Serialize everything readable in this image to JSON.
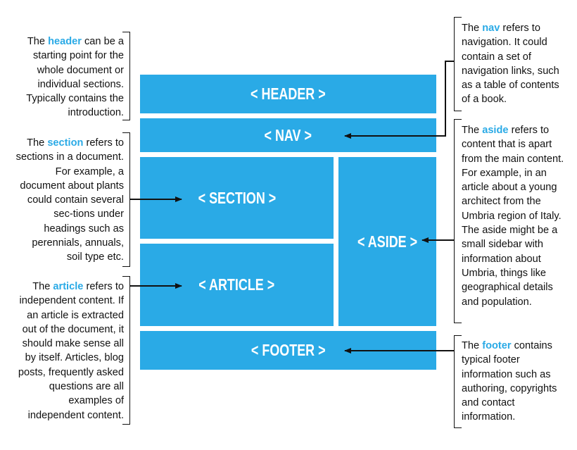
{
  "colors": {
    "block": "#2aaae6",
    "keyword": "#2aaae6",
    "text": "#111111",
    "arrow": "#111111"
  },
  "blocks": {
    "header": "< HEADER >",
    "nav": "< NAV >",
    "section": "< SECTION >",
    "article": "< ARTICLE >",
    "aside": "< ASIDE >",
    "footer": "< FOOTER >"
  },
  "notes": {
    "header": {
      "pre": "The ",
      "kw": "header",
      "post": " can be a starting point for the whole document or individual sections. Typically contains the introduction."
    },
    "section": {
      "pre": "The ",
      "kw": "section",
      "post": " refers to sections in a document. For example, a document about plants could contain several sec-tions under headings such as perennials, annuals, soil type etc."
    },
    "article": {
      "pre": "The ",
      "kw": "article",
      "post": " refers to independent content. If an article is extracted out of the document, it should make sense all by itself. Articles, blog posts, frequently asked questions are all examples of independent content."
    },
    "nav": {
      "pre": "The ",
      "kw": "nav",
      "post": " refers to navigation. It could contain a set of navigation links, such as a table of contents of a book."
    },
    "aside": {
      "pre": "The ",
      "kw": "aside",
      "post": " refers to content that is apart from the main content. For example, in an article about a young architect from the Umbria region of Italy. The aside might be a small sidebar with information about Umbria, things like geographical details and population."
    },
    "footer": {
      "pre": "The ",
      "kw": "footer",
      "post": " contains typical footer information such as authoring, copyrights and contact information."
    }
  }
}
